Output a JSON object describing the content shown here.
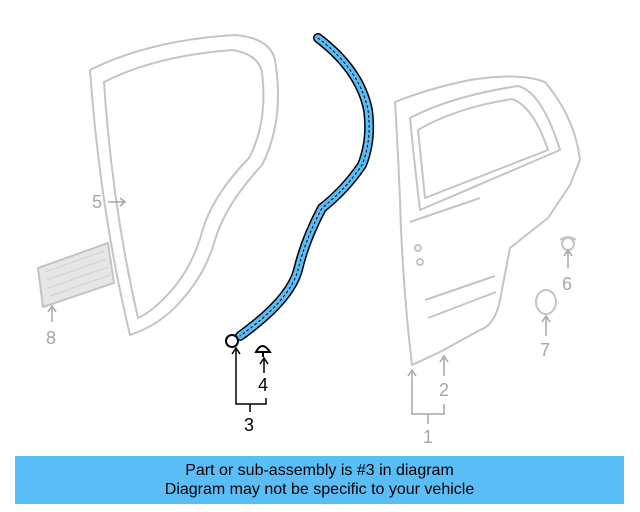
{
  "colors": {
    "highlight": "#5bbdf5",
    "part_outline": "#000000",
    "ghost": "#c4c4c4",
    "ghost_text": "#a6a6a6",
    "banner_bg": "#5bbdf5",
    "banner_text": "#000000"
  },
  "callouts": {
    "c1": "1",
    "c2": "2",
    "c3": "3",
    "c4": "4",
    "c5": "5",
    "c6": "6",
    "c7": "7",
    "c8": "8"
  },
  "banner": {
    "line1": "Part or sub-assembly is #3 in diagram",
    "line2": "Diagram may not be specific to your vehicle"
  }
}
